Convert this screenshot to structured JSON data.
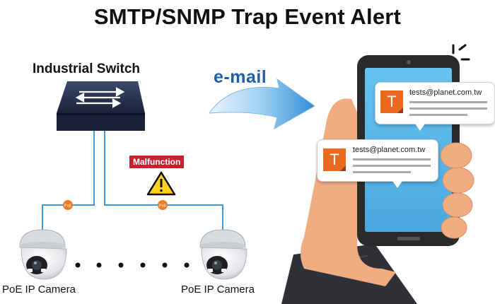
{
  "title": "SMTP/SNMP Trap Event Alert",
  "switch": {
    "label": "Industrial Switch"
  },
  "email": {
    "label": "e-mail"
  },
  "alert": {
    "label": "Malfunction",
    "color": "#c8202f"
  },
  "poe_badge": "PoE",
  "cameras": [
    {
      "label": "PoE IP Camera"
    },
    {
      "label": "PoE IP Camera"
    }
  ],
  "notifications": [
    {
      "avatar_letter": "T",
      "email": "tests@planet.com.tw"
    },
    {
      "avatar_letter": "T",
      "email": "tests@planet.com.tw"
    }
  ],
  "colors": {
    "link_line": "#3a9bd8",
    "poe_badge": "#ee7a22",
    "avatar": "#ea6b1f",
    "phone_screen": "#5ab7ea",
    "phone_body": "#2a2a2a",
    "email_text": "#1f5fa8",
    "switch_body": "#1f2a44",
    "sleeve": "#2f3136",
    "skin": "#f1ad82"
  },
  "icons": [
    "switch-arrows-icon",
    "warning-triangle-icon",
    "email-arrow-icon",
    "dome-camera-icon",
    "smartphone-icon",
    "hand-icon"
  ]
}
